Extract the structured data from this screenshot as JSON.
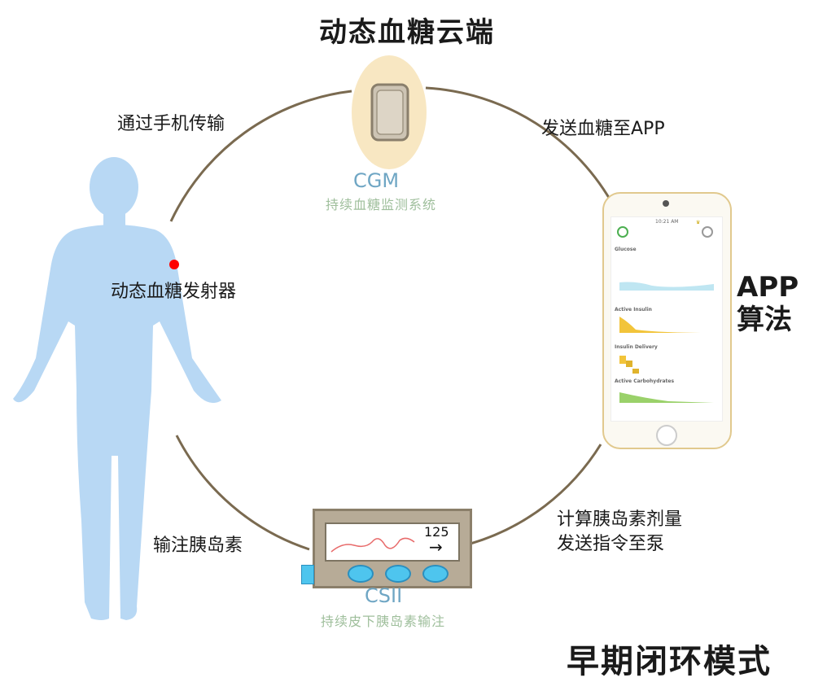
{
  "title": "动态血糖云端",
  "labels": {
    "via_phone": "通过手机传输",
    "send_to_app": "发送血糖至APP",
    "transmitter": "动态血糖发射器",
    "inject_insulin": "输注胰岛素",
    "calc_line1": "计算胰岛素剂量",
    "calc_line2": "发送指令至泵"
  },
  "cgm": {
    "name": "CGM",
    "subtitle": "持续血糖监测系统"
  },
  "app": {
    "line1": "APP",
    "line2": "算法"
  },
  "csii": {
    "name": "CSII",
    "subtitle": "持续皮下胰岛素输注",
    "display_value": "125"
  },
  "mode_title": "早期闭环模式",
  "phone_screen": {
    "time": "10:21 AM",
    "sections": [
      "Glucose",
      "Active Insulin",
      "Insulin Delivery",
      "Active Carbohydrates"
    ]
  },
  "colors": {
    "loop_line": "#7a6a50",
    "sensor_bg": "#f8e7c2",
    "accent_blue": "#6fa6c4",
    "body": "#b8d8f4",
    "transmitter_dot": "#ff0000",
    "pump_button": "#4ec5ee"
  },
  "icons": [
    "cgm-sensor-icon",
    "human-body-icon",
    "smartphone-icon",
    "insulin-pump-icon",
    "arrow-right-icon"
  ]
}
